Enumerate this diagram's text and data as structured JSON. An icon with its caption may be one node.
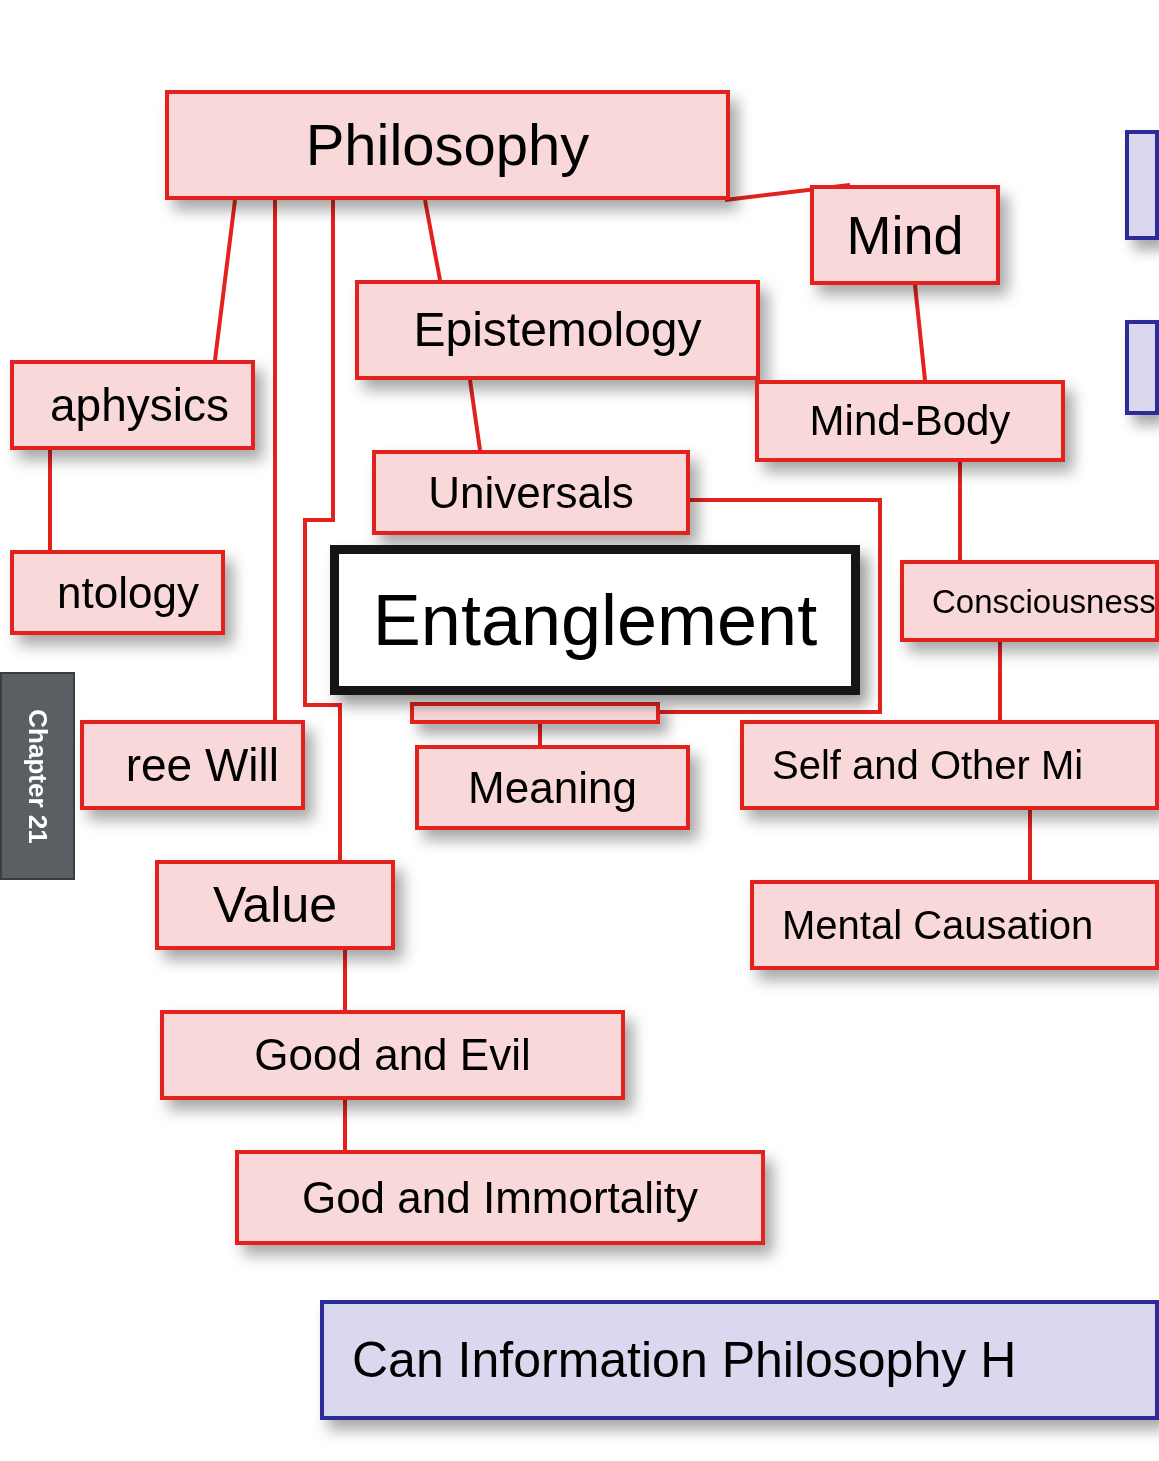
{
  "diagram": {
    "nodes": [
      {
        "text": [
          "Philosophy"
        ]
      },
      {
        "text": [
          "aphysics"
        ]
      },
      {
        "text": [
          "ntology"
        ]
      },
      {
        "text": [
          "Epistemology"
        ]
      },
      {
        "text": [
          "Universals"
        ]
      },
      {
        "text": [],
        "shape": "box"
      },
      {
        "text": [
          "Mind"
        ]
      },
      {
        "text": [
          "Mind-Body"
        ]
      },
      {
        "text": [
          "Consciousness"
        ]
      },
      {
        "text": [
          "ree Will"
        ]
      },
      {
        "text": [
          "Meaning"
        ]
      },
      {
        "text": [
          "Self and Other Mi"
        ]
      },
      {
        "text": [
          "Value"
        ]
      },
      {
        "text": [
          "Mental Causation"
        ]
      },
      {
        "text": [
          "Good and Evil"
        ]
      },
      {
        "text": [
          "God and Immortality"
        ]
      },
      {
        "text": [
          "Entanglement"
        ]
      },
      {
        "text": [],
        "shape": "box"
      },
      {
        "text": [],
        "shape": "box"
      },
      {
        "text": [
          "Can Information Philosophy H"
        ]
      }
    ],
    "edges": [
      {
        "from": 0,
        "to": 1,
        "arrow": "none"
      },
      {
        "from": 0,
        "to": 9,
        "arrow": "none"
      },
      {
        "from": 0,
        "to": 12,
        "arrow": "none"
      },
      {
        "from": 0,
        "to": 3,
        "arrow": "none"
      },
      {
        "from": 0,
        "to": 6,
        "arrow": "none"
      },
      {
        "from": 1,
        "to": 2,
        "arrow": "none"
      },
      {
        "from": 3,
        "to": 4,
        "arrow": "none"
      },
      {
        "from": 4,
        "to": 5,
        "arrow": "none"
      },
      {
        "from": 5,
        "to": 10,
        "arrow": "none"
      },
      {
        "from": 6,
        "to": 7,
        "arrow": "none"
      },
      {
        "from": 7,
        "to": 8,
        "arrow": "none"
      },
      {
        "from": 8,
        "to": 11,
        "arrow": "none"
      },
      {
        "from": 11,
        "to": 13,
        "arrow": "none"
      },
      {
        "from": 12,
        "to": 14,
        "arrow": "none"
      },
      {
        "from": 14,
        "to": 15,
        "arrow": "none"
      }
    ],
    "labels": [
      "Chapter 21"
    ]
  }
}
